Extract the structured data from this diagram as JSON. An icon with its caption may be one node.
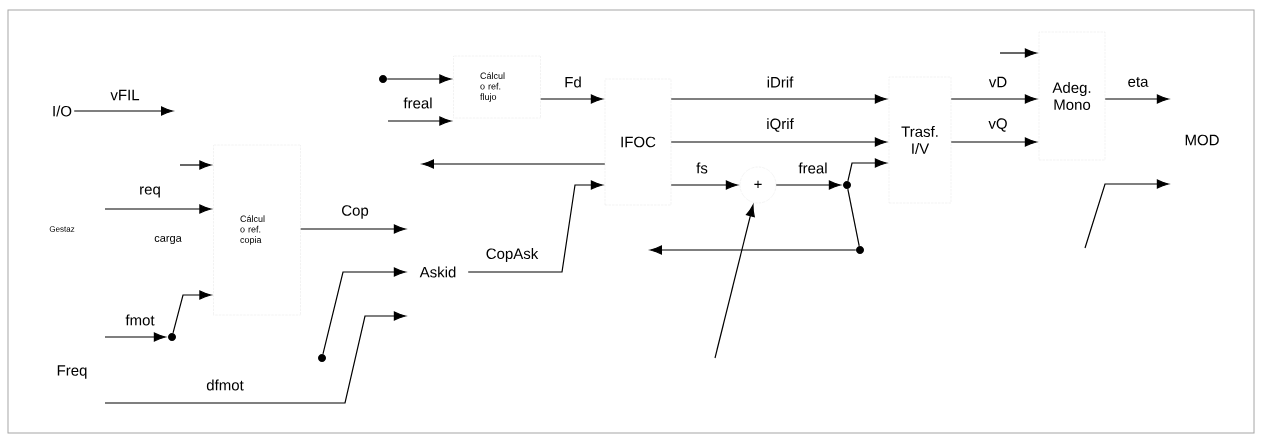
{
  "diagram": {
    "nodes": [
      {
        "text": [
          "I/O"
        ]
      },
      {
        "text": [
          "Cálcul o ref. copia"
        ]
      },
      {
        "text": [
          "Cálcul o ref. flujo"
        ]
      },
      {
        "text": [
          "Askid"
        ]
      },
      {
        "text": [
          "IFOC"
        ]
      },
      {
        "text": [
          "+"
        ]
      },
      {
        "text": [
          "Trasf. I/V"
        ]
      },
      {
        "text": [
          "Adeg. Mono"
        ]
      },
      {
        "text": [
          "MOD"
        ]
      },
      {
        "text": [],
        "shape": "circle"
      },
      {
        "text": [],
        "shape": "circle"
      },
      {
        "text": [],
        "shape": "circle"
      },
      {
        "text": [],
        "shape": "circle"
      },
      {
        "text": [],
        "shape": "circle"
      }
    ],
    "edges": [
      {
        "from": 0,
        "to": null,
        "arrow": "to",
        "label": "vFIL"
      },
      {
        "from": null,
        "to": 1,
        "arrow": "to",
        "label": "req"
      },
      {
        "from": null,
        "to": 1,
        "arrow": "to"
      },
      {
        "from": null,
        "to": 9,
        "arrow": "to",
        "label": "fmot"
      },
      {
        "from": 9,
        "to": 1,
        "arrow": "to"
      },
      {
        "from": null,
        "to": 3,
        "arrow": "to",
        "label": "dfmot"
      },
      {
        "from": 10,
        "to": 3,
        "arrow": "to"
      },
      {
        "from": 1,
        "to": 3,
        "arrow": "to",
        "label": "Cop"
      },
      {
        "from": 3,
        "to": 4,
        "arrow": "to",
        "label": "CopAsk"
      },
      {
        "from": 11,
        "to": 2,
        "arrow": "to"
      },
      {
        "from": null,
        "to": 2,
        "arrow": "to",
        "label": "freal"
      },
      {
        "from": 2,
        "to": 4,
        "arrow": "to",
        "label": "Fd"
      },
      {
        "from": 4,
        "to": null,
        "arrow": "to"
      },
      {
        "from": 4,
        "to": 6,
        "arrow": "to",
        "label": "iDrif"
      },
      {
        "from": 4,
        "to": 6,
        "arrow": "to",
        "label": "iQrif"
      },
      {
        "from": 4,
        "to": 5,
        "arrow": "to",
        "label": "fs"
      },
      {
        "from": 5,
        "to": 12,
        "arrow": "to",
        "label": "freal"
      },
      {
        "from": 12,
        "to": 6,
        "arrow": "to"
      },
      {
        "from": 12,
        "to": 13,
        "arrow": "none"
      },
      {
        "from": null,
        "to": 5,
        "arrow": "to"
      },
      {
        "from": 13,
        "to": null,
        "arrow": "to"
      },
      {
        "from": 6,
        "to": 7,
        "arrow": "to",
        "label": "vD"
      },
      {
        "from": 6,
        "to": 7,
        "arrow": "to",
        "label": "vQ"
      },
      {
        "from": null,
        "to": 7,
        "arrow": "to"
      },
      {
        "from": 7,
        "to": 8,
        "arrow": "to",
        "label": "eta"
      },
      {
        "from": null,
        "to": 8,
        "arrow": "to"
      }
    ],
    "labels": [
      "Gestaz",
      "carga",
      "Freq"
    ]
  }
}
